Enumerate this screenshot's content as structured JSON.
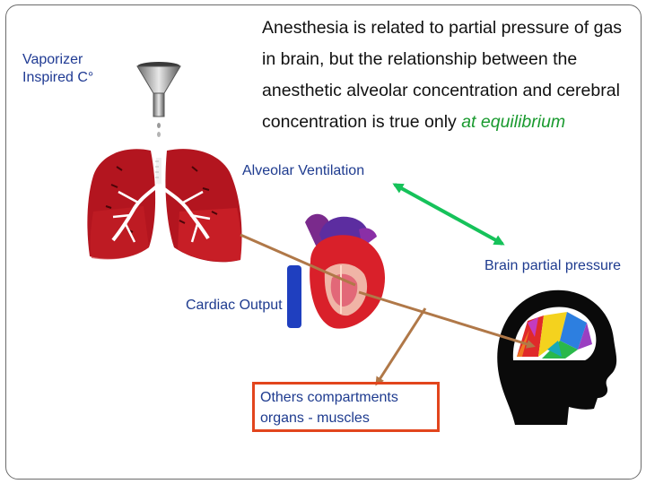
{
  "labels": {
    "vaporizer_line1": "Vaporizer",
    "vaporizer_line2": "Inspired C°",
    "title_text": "Anesthesia is related to partial pressure of gas in brain, but the relationship between the anesthetic alveolar concentration and cerebral concentration is true only ",
    "title_emphasis": "at equilibrium",
    "alveolar_ventilation": "Alveolar Ventilation",
    "brain_partial_pressure": "Brain partial pressure",
    "cardiac_output": "Cardiac Output",
    "others_line1": "Others compartments",
    "others_line2": "organs - muscles"
  },
  "colors": {
    "lung": "#b3151f",
    "lung_dark": "#7a0d12",
    "bronchi": "#ffffff",
    "arrow_brown": "#b07848",
    "arrow_green": "#16c25a",
    "others_border": "#e2451d",
    "label_blue": "#1e3b8f",
    "emphasis_green": "#1a9a2f"
  }
}
